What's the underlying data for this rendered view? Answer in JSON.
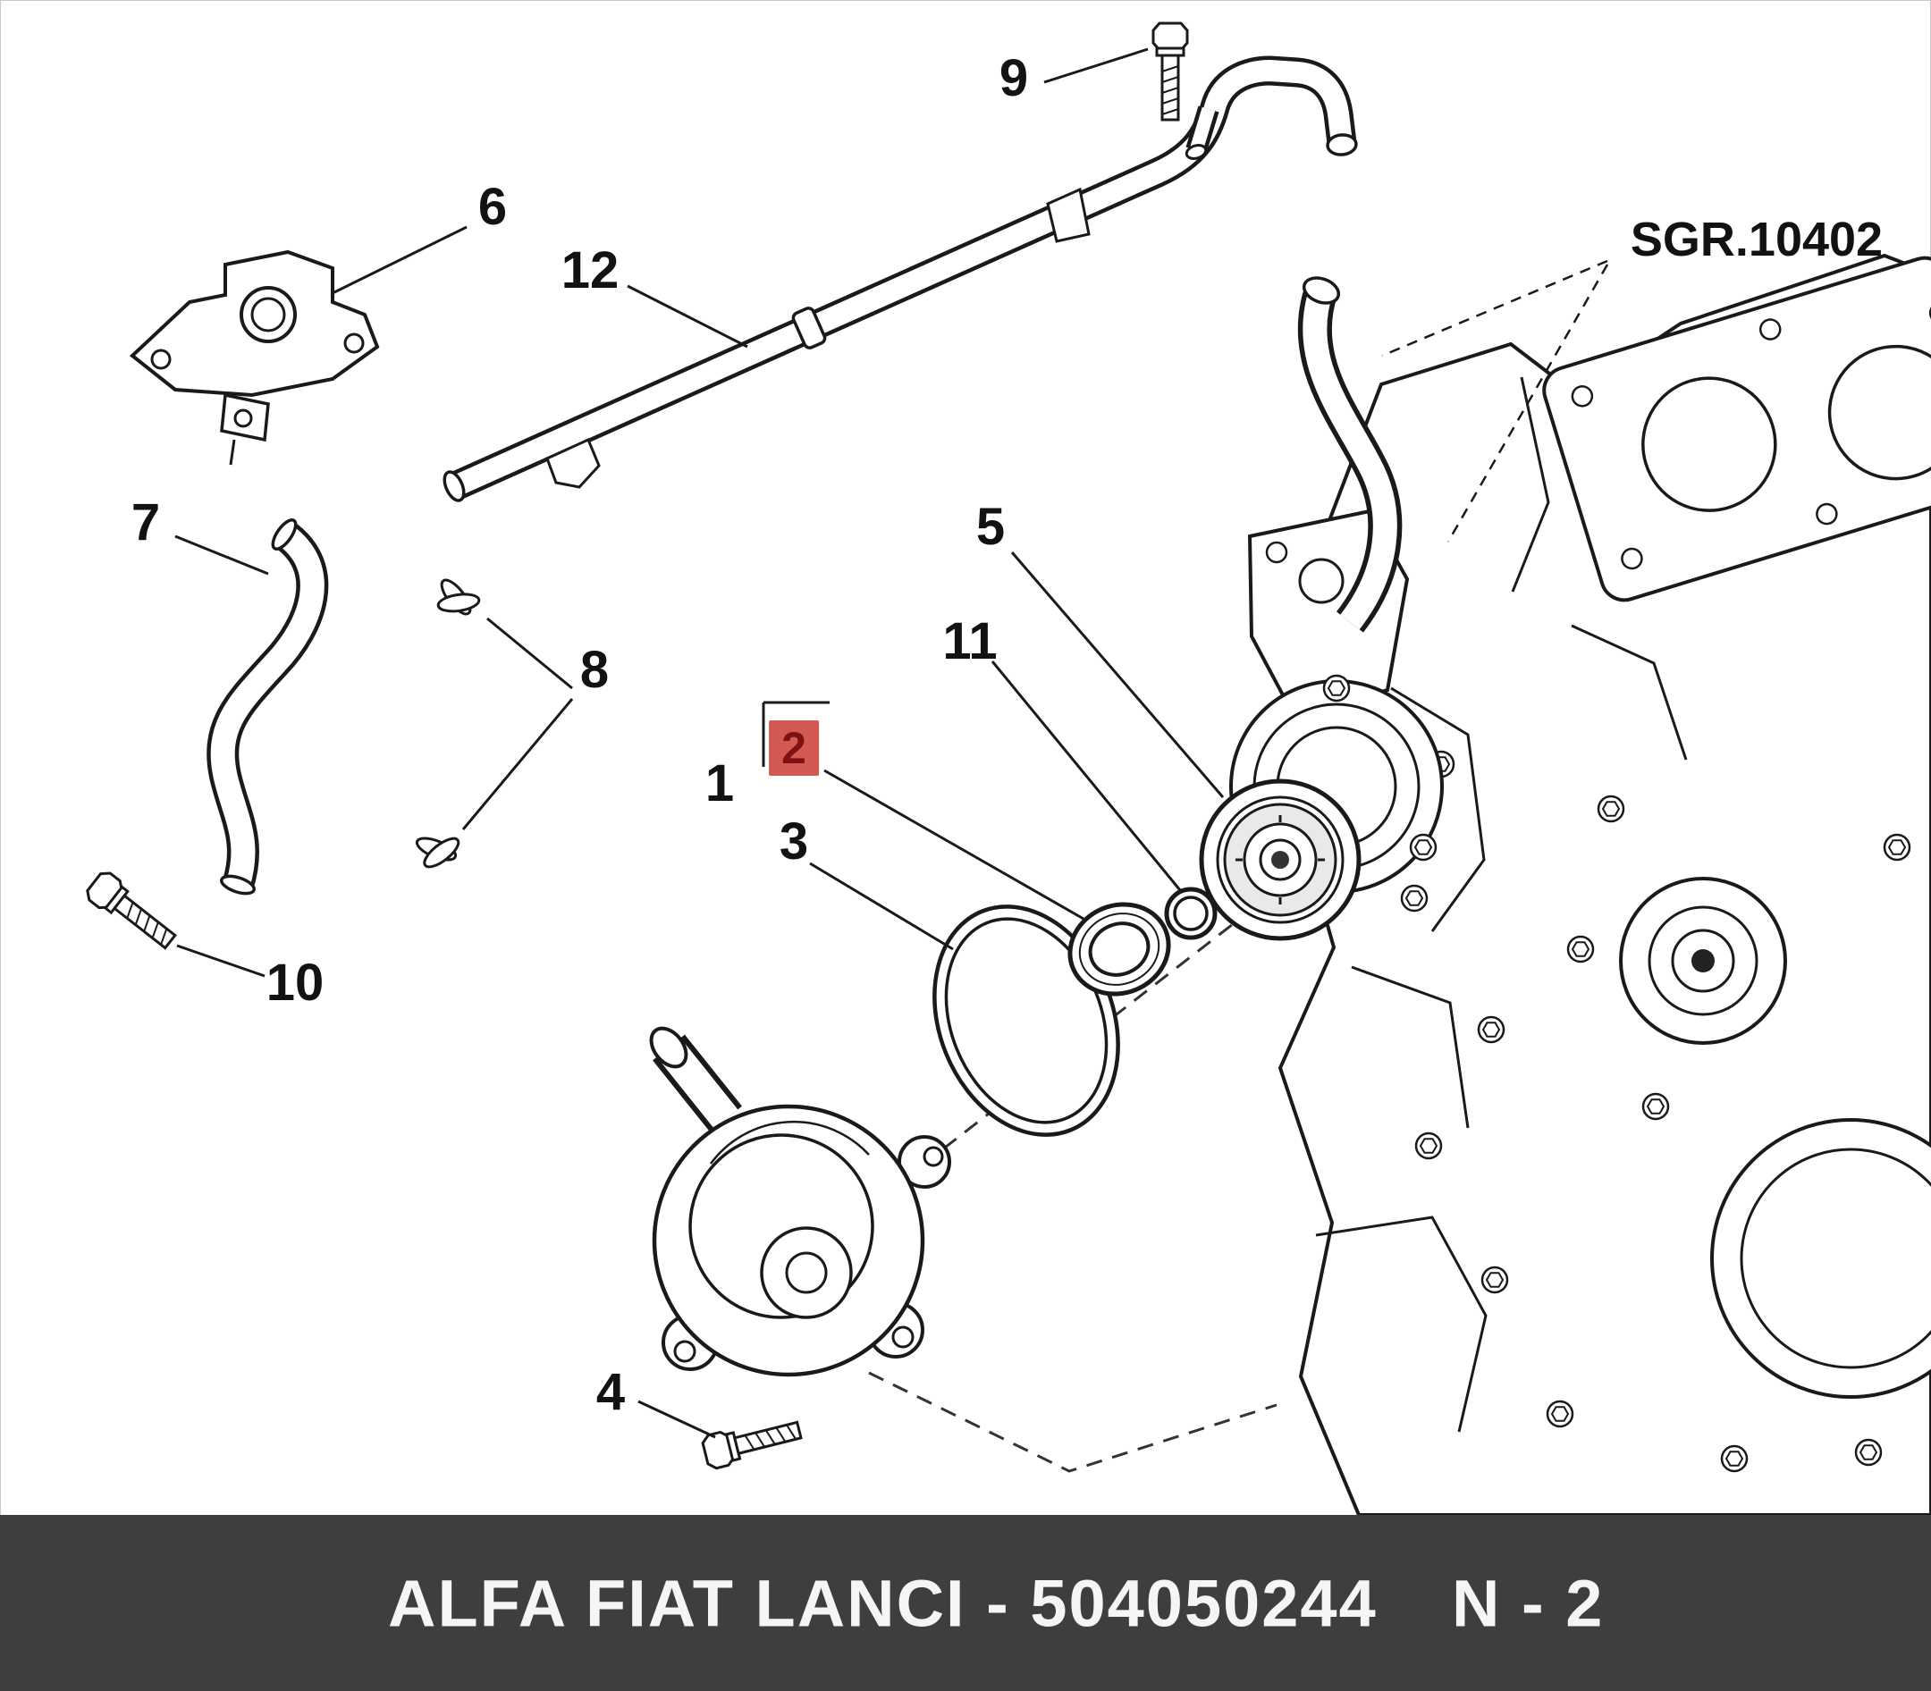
{
  "diagram": {
    "group_label": "SGR.10402",
    "callouts": [
      "1",
      "2",
      "3",
      "4",
      "5",
      "6",
      "7",
      "8",
      "9",
      "10",
      "11",
      "12"
    ],
    "highlighted_callout": "2",
    "highlight_bg": "#d25a52",
    "highlight_fg": "#7e1212"
  },
  "footer": {
    "catalog_label": "ALFA FIAT LANCI - 504050244",
    "page_ref": "N - 2",
    "bg": "#3e3e3e",
    "fg": "#f5f5f5"
  }
}
